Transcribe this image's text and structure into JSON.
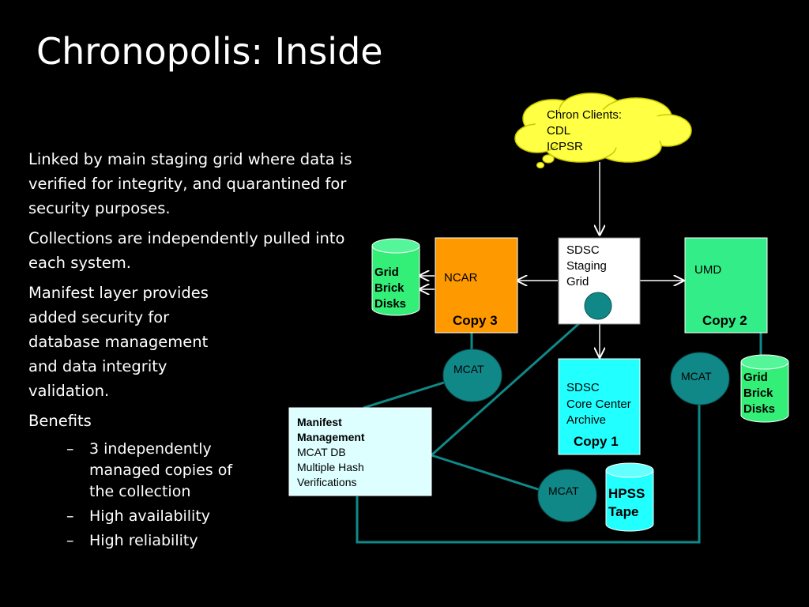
{
  "slide": {
    "title": "Chronopolis: Inside",
    "bullets": [
      "Linked by main staging grid where data is verified for integrity, and quarantined for security purposes.",
      "Collections are independently pulled into each system.",
      "Manifest layer provides added security for database management and data integrity validation.",
      "Benefits"
    ],
    "benefits": [
      "3 independently managed copies of the collection",
      "High availability",
      "High reliability"
    ],
    "dash": "–"
  },
  "diagram": {
    "cloud": {
      "lines": [
        "Chron Clients:",
        "CDL",
        "ICPSR"
      ]
    },
    "sdsc_staging": {
      "lines": [
        "SDSC",
        "Staging",
        "Grid"
      ]
    },
    "ncar": {
      "label": "NCAR",
      "copy": "Copy 3"
    },
    "umd": {
      "label": "UMD",
      "copy": "Copy 2"
    },
    "sdsc_core": {
      "lines": [
        "SDSC",
        "Core Center",
        "Archive"
      ],
      "copy": "Copy 1"
    },
    "grid_brick_left": {
      "lines": [
        "Grid",
        "Brick",
        "Disks"
      ]
    },
    "grid_brick_right": {
      "lines": [
        "Grid",
        "Brick",
        "Disks"
      ]
    },
    "hpss": {
      "lines": [
        "HPSS",
        "Tape"
      ]
    },
    "mcat_label": "MCAT",
    "manifest": {
      "title_lines": [
        "Manifest",
        "Management"
      ],
      "lines": [
        "MCAT DB",
        "Multiple Hash",
        "Verifications"
      ]
    }
  },
  "colors": {
    "background": "#000000",
    "cloud": "#ffff44",
    "ncar": "#ff9900",
    "umd": "#33ee88",
    "sdsc_staging": "#ffffff",
    "sdsc_core": "#22ffff",
    "manifest": "#ddffff",
    "mcat": "#118888",
    "grid_brick": "#33ee77",
    "hpss": "#22ffff",
    "connector": "#118888"
  }
}
